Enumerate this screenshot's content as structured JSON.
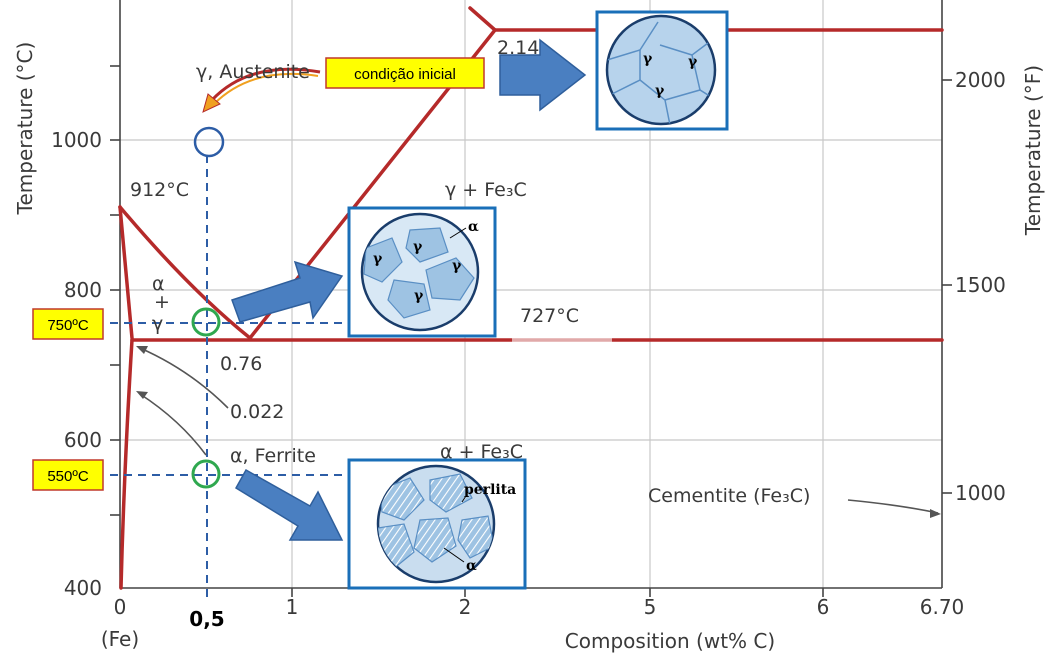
{
  "axes": {
    "left_title": "Temperature (°C)",
    "right_title": "Temperature (°F)",
    "x_title": "Composition (wt% C)",
    "y_left_ticks": [
      "1000",
      "800",
      "600",
      "400"
    ],
    "y_right_ticks": [
      "2000",
      "1500",
      "1000"
    ],
    "x_ticks": [
      "0",
      "1",
      "2",
      "5",
      "6",
      "6.70"
    ],
    "x_fe_label": "(Fe)",
    "x_marked_value": "0,5"
  },
  "phases": {
    "austenite": "γ, Austenite",
    "alpha_gamma": [
      "α",
      "+",
      "γ"
    ],
    "gamma_cementite": "γ + Fe₃C",
    "alpha_cementite": "α + Fe₃C",
    "ferrite": "α, Ferrite",
    "cementite": "Cementite (Fe₃C)"
  },
  "points": {
    "t912": "912°C",
    "t727": "727°C",
    "c076": "0.76",
    "c0022": "0.022",
    "c214": "2.14"
  },
  "callouts": {
    "initial": "condição inicial",
    "t750": "750ºC",
    "t550": "550ºC"
  },
  "micrographs": {
    "gamma_only": [
      "γ",
      "γ",
      "γ"
    ],
    "alpha_gamma": {
      "alpha": "α",
      "grains": [
        "γ",
        "γ",
        "γ",
        "γ"
      ]
    },
    "pearlite": {
      "perlita": "perlita",
      "alpha": "α"
    }
  },
  "colors": {
    "phase_lines": "#b52a2a",
    "marker_blue": "#2d5da6",
    "marker_green": "#2fa84f",
    "callout_bg": "#ffff00",
    "callout_border": "#c0392b",
    "arrow_fill": "#4a7fc1",
    "micro_frame": "#1a6fb8",
    "grain_fill": "#b7d3ec"
  }
}
